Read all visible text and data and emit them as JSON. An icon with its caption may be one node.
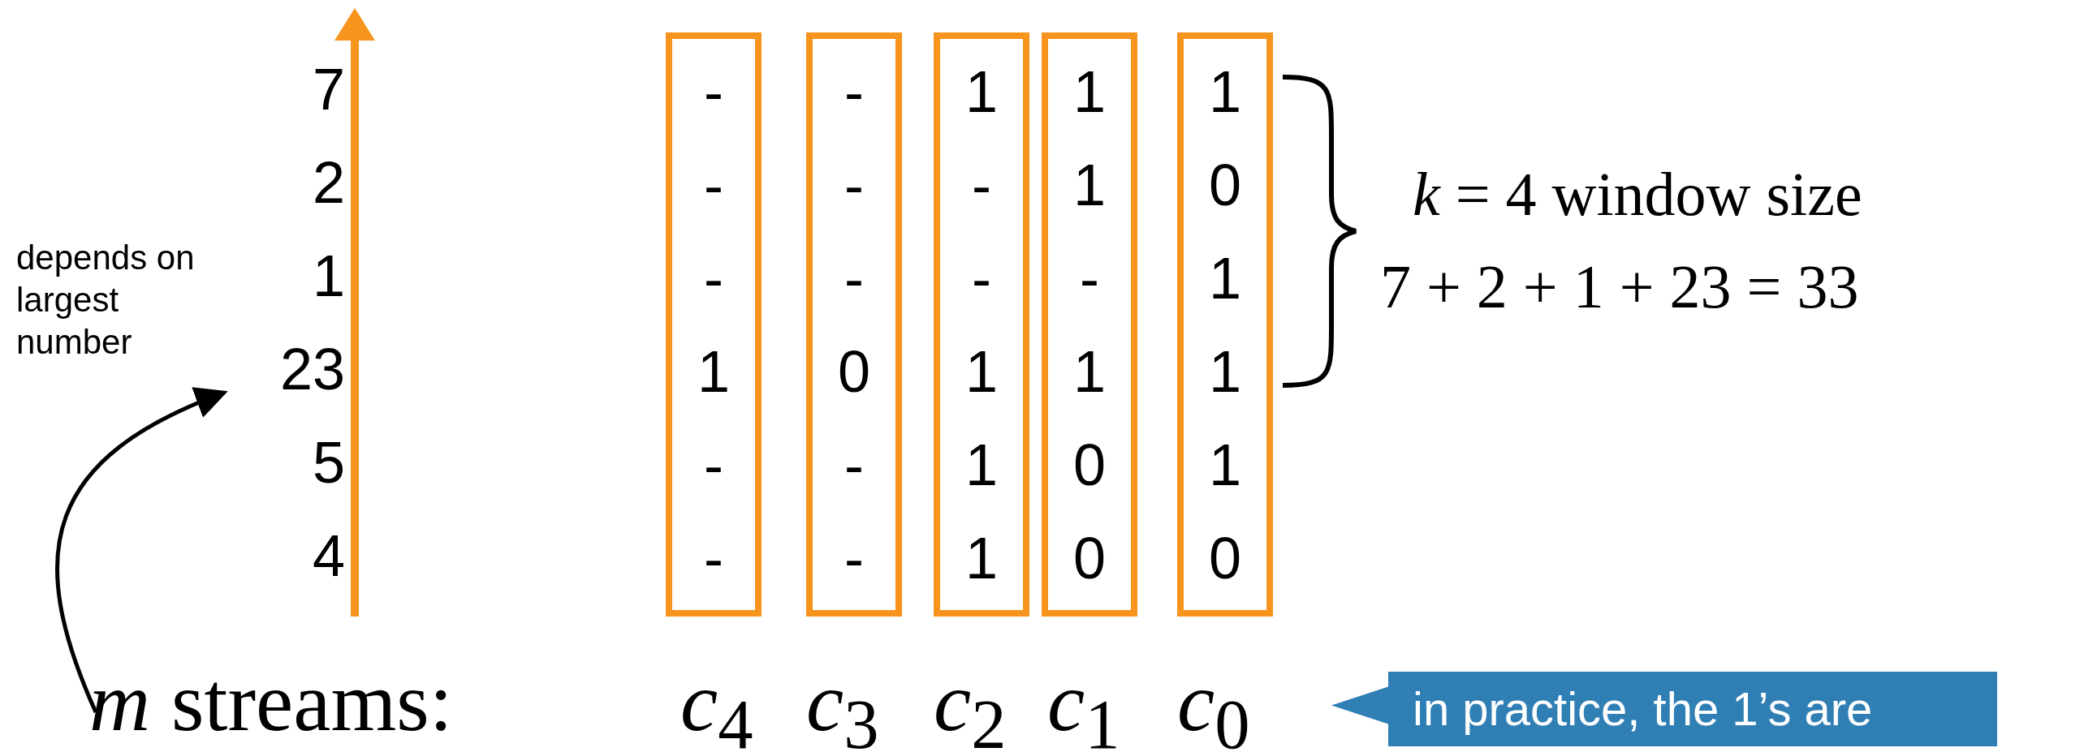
{
  "diagram": {
    "nodes": [
      {
        "text": [
          "depends on largest number"
        ]
      },
      {
        "text": [
          "*m* streams:"
        ]
      },
      {
        "text": [
          "-",
          "-",
          "-",
          "1",
          "-",
          "-"
        ]
      },
      {
        "text": [
          "-",
          "-",
          "-",
          "0",
          "-",
          "-"
        ]
      },
      {
        "text": [
          "1",
          "-",
          "-",
          "1",
          "1",
          "1"
        ]
      },
      {
        "text": [
          "1",
          "1",
          "-",
          "1",
          "0",
          "0"
        ]
      },
      {
        "text": [
          "1",
          "0",
          "1",
          "1",
          "1",
          "0"
        ]
      },
      {
        "text": [
          "in practice, the 1’s are"
        ]
      }
    ],
    "edges": [
      {
        "from": 1,
        "to": 0,
        "arrow": "to"
      }
    ],
    "labels": [
      "7",
      "2",
      "1",
      "23",
      "5",
      "4",
      "*k* = 4 window size",
      "7 + 2 + 1 + 23 = 33",
      "*c*$_{4}$",
      "*c*$_{3}$",
      "*c*$_{2}$",
      "*c*$_{1}$",
      "*c*$_{0}$"
    ]
  }
}
